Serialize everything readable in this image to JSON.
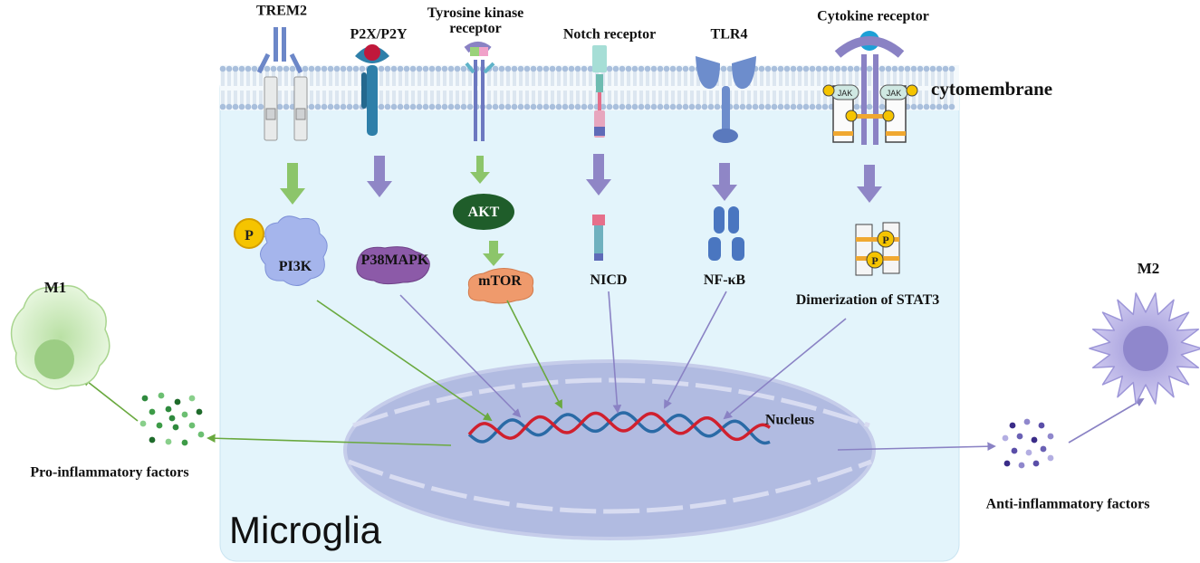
{
  "receptors": [
    {
      "id": "trem2",
      "label": "TREM2"
    },
    {
      "id": "p2xp2y",
      "label": "P2X/P2Y"
    },
    {
      "id": "tyrosine",
      "label": "Tyrosine kinase\nreceptor"
    },
    {
      "id": "notch",
      "label": "Notch receptor"
    },
    {
      "id": "tlr4",
      "label": "TLR4"
    },
    {
      "id": "cytokine",
      "label": "Cytokine receptor"
    }
  ],
  "membrane_label": "cytomembrane",
  "jak_label": "JAK",
  "phospho_label": "P",
  "molecules": {
    "pi3k": "PI3K",
    "p38mapk": "P38MAPK",
    "akt": "AKT",
    "mtor": "mTOR",
    "nicd": "NICD",
    "nfkb": "NF-κB",
    "stat3": "Dimerization of STAT3"
  },
  "nucleus_label": "Nucleus",
  "cell_label": "Microglia",
  "m1_label": "M1",
  "m2_label": "M2",
  "pro_inflammatory_label": "Pro-inflammatory factors",
  "anti_inflammatory_label": "Anti-inflammatory factors",
  "colors": {
    "cell_fill": "#e3f4fb",
    "membrane": "#a9bfdc",
    "nucleus": "#b3bde2",
    "green_arrow": "#8cc56a",
    "purple_arrow": "#8f86c6",
    "m1_fill": "#d5efc8",
    "m2_fill": "#b9b4e6",
    "dna_red": "#d0202e",
    "dna_blue": "#2a6aa6"
  }
}
